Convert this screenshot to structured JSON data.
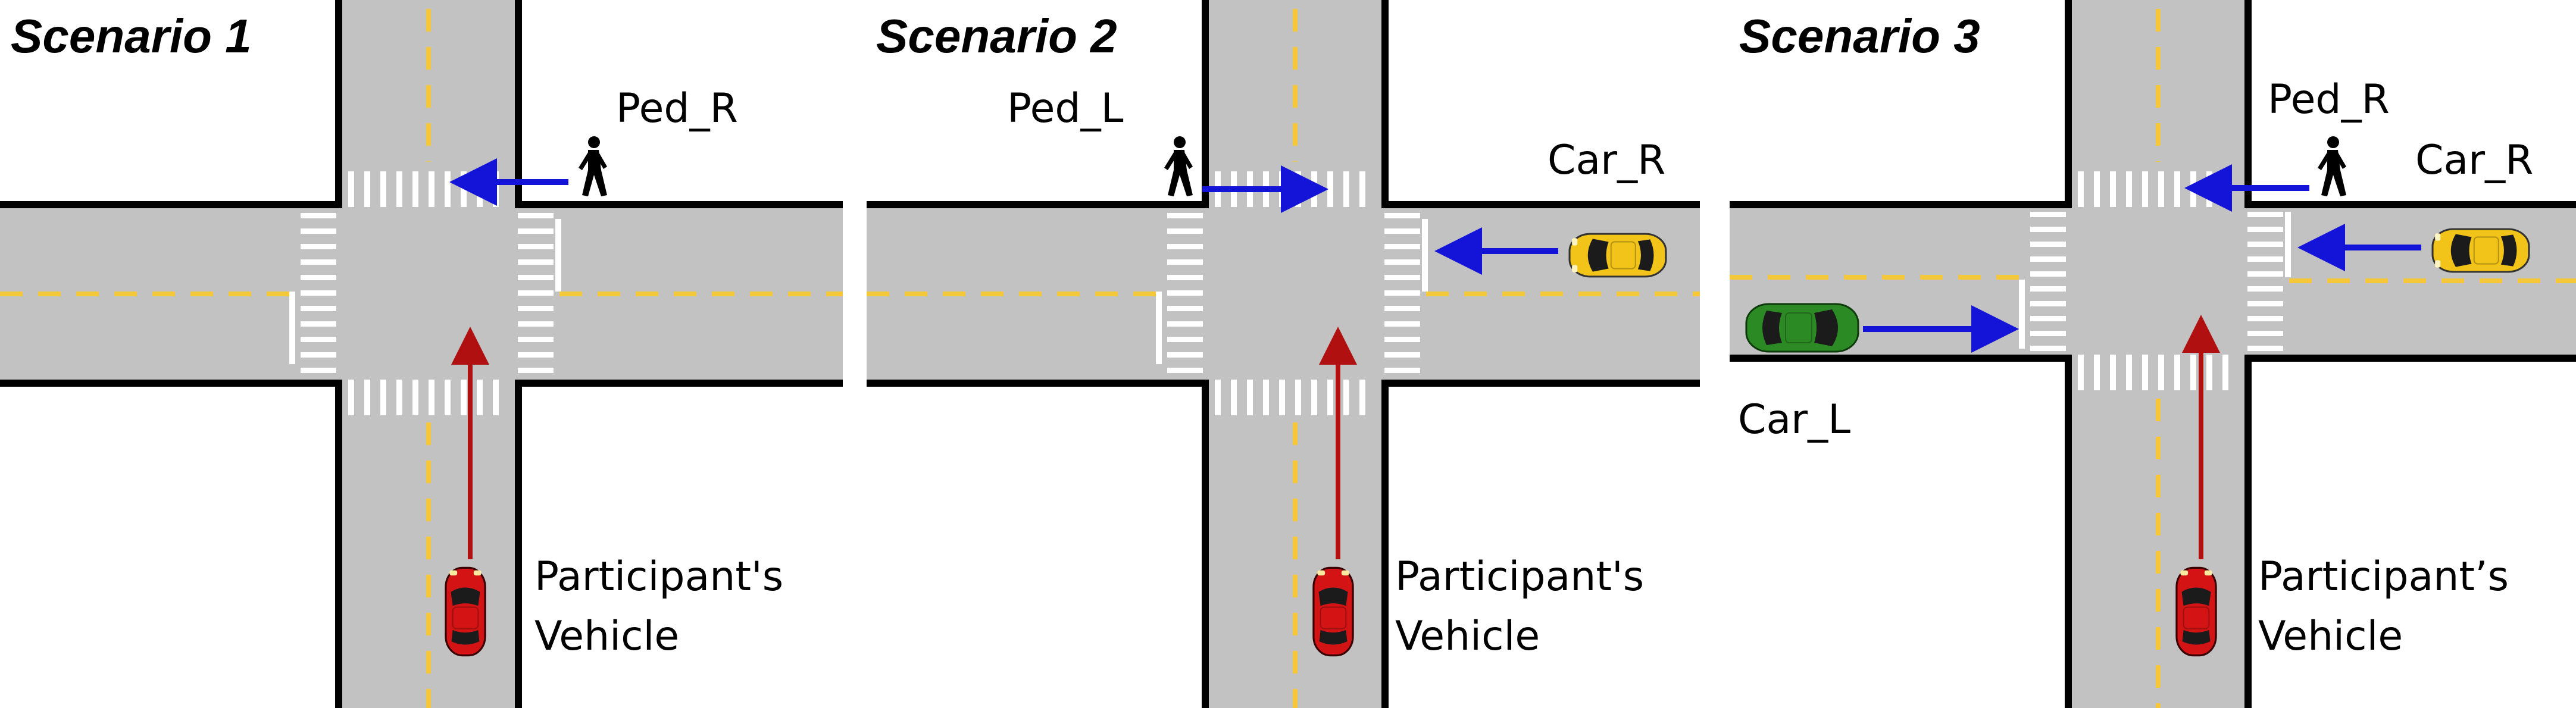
{
  "colors": {
    "road": "#c2c2c2",
    "curb": "#000000",
    "lane_line": "#f5c83a",
    "crosswalk": "#ffffff",
    "stop_line": "#ffffff",
    "participant_arrow": "#b01010",
    "other_arrow": "#1414d8",
    "participant_car": "#d41414",
    "yellow_car": "#f2c419",
    "green_car": "#2c8a24"
  },
  "scenarios": [
    {
      "title": "Scenario 1",
      "ped": {
        "label": "Ped_R",
        "icon": "pedestrian-icon",
        "side": "right"
      },
      "participant": {
        "label_line1": "Participant's",
        "label_line2": "Vehicle"
      }
    },
    {
      "title": "Scenario 2",
      "ped": {
        "label": "Ped_L",
        "icon": "pedestrian-icon",
        "side": "left"
      },
      "car_r": {
        "label": "Car_R",
        "icon": "yellow-car-icon"
      },
      "participant": {
        "label_line1": "Participant's",
        "label_line2": "Vehicle"
      }
    },
    {
      "title": "Scenario 3",
      "ped": {
        "label": "Ped_R",
        "icon": "pedestrian-icon",
        "side": "right"
      },
      "car_r": {
        "label": "Car_R",
        "icon": "yellow-car-icon"
      },
      "car_l": {
        "label": "Car_L",
        "icon": "green-car-icon"
      },
      "participant": {
        "label_line1": "Participant’s",
        "label_line2": "Vehicle"
      }
    }
  ]
}
